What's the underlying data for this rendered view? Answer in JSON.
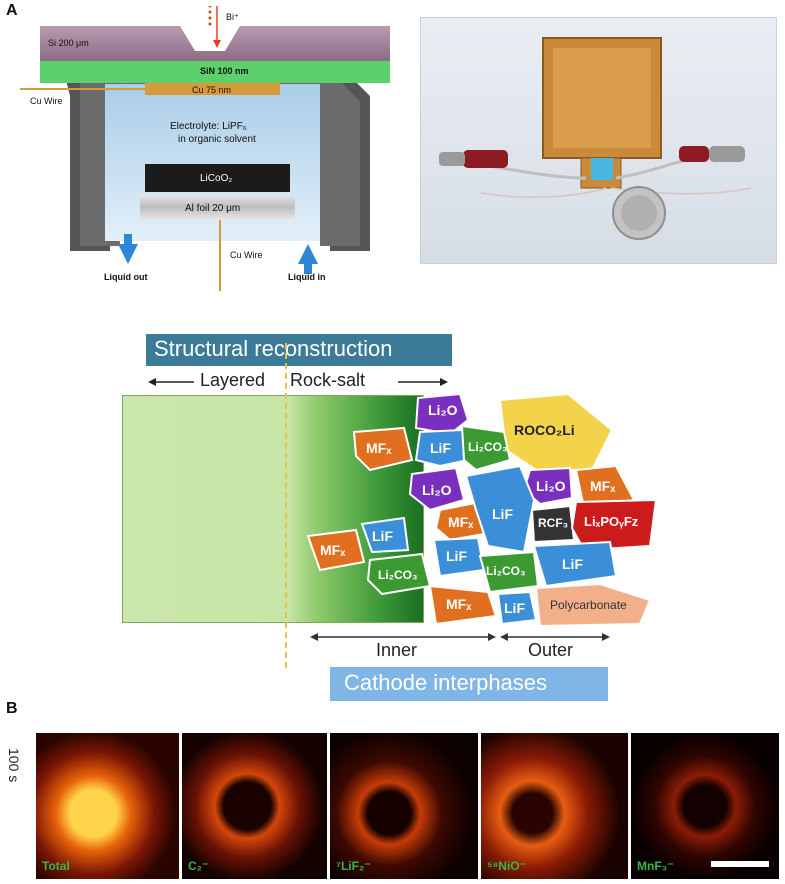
{
  "panel_a": {
    "letter": "A",
    "schematic": {
      "si_layer": "Si 200 μm",
      "ion_beam": "Bi⁺",
      "sin_layer": "SiN 100 nm",
      "cu_layer": "Cu 75 nm",
      "cu_wire_top": "Cu Wire",
      "electrolyte_line1": "Electrolyte: LiPF₆",
      "electrolyte_line2": "in organic solvent",
      "cathode": "LiCoO₂",
      "al_foil": "Al foil 20 μm",
      "cu_wire_bottom": "Cu Wire",
      "liquid_out": "Liquid out",
      "liquid_in": "Liquid in"
    }
  },
  "panel_interphase": {
    "banner_top": "Structural reconstruction",
    "layered": "Layered",
    "rock_salt": "Rock-salt",
    "grains": [
      {
        "label": "Li₂O",
        "color": "#7b2fbf"
      },
      {
        "label": "ROCO₂Li",
        "color": "#f3d34a"
      },
      {
        "label": "MFₓ",
        "color": "#e07020"
      },
      {
        "label": "LiF",
        "color": "#3a8fd8"
      },
      {
        "label": "Li₂CO₃",
        "color": "#3d9a32"
      },
      {
        "label": "Li₂O",
        "color": "#7b2fbf"
      },
      {
        "label": "Li₂O",
        "color": "#7b2fbf"
      },
      {
        "label": "MFₓ",
        "color": "#e07020"
      },
      {
        "label": "LiF",
        "color": "#3a8fd8"
      },
      {
        "label": "MFₓ",
        "color": "#e07020"
      },
      {
        "label": "RCF₃",
        "color": "#333333"
      },
      {
        "label": "LiₓPOᵧFz",
        "color": "#cc1b1b"
      },
      {
        "label": "MFₓ",
        "color": "#e07020"
      },
      {
        "label": "LiF",
        "color": "#3a8fd8"
      },
      {
        "label": "Li₂CO₃",
        "color": "#3d9a32"
      },
      {
        "label": "LiF",
        "color": "#3a8fd8"
      },
      {
        "label": "Li₂CO₃",
        "color": "#3d9a32"
      },
      {
        "label": "LiF",
        "color": "#3a8fd8"
      },
      {
        "label": "MFₓ",
        "color": "#e07020"
      },
      {
        "label": "LiF",
        "color": "#3a8fd8"
      },
      {
        "label": "Polycarbonate",
        "color": "#f2b08a"
      }
    ],
    "inner": "Inner",
    "outer": "Outer",
    "banner_bottom": "Cathode interphases"
  },
  "panel_b": {
    "letter": "B",
    "time_label": "100 s",
    "maps": [
      "Total",
      "C₂⁻",
      "⁷LiF₂⁻",
      "⁵⁸NiO⁻",
      "MnF₃⁻"
    ]
  }
}
